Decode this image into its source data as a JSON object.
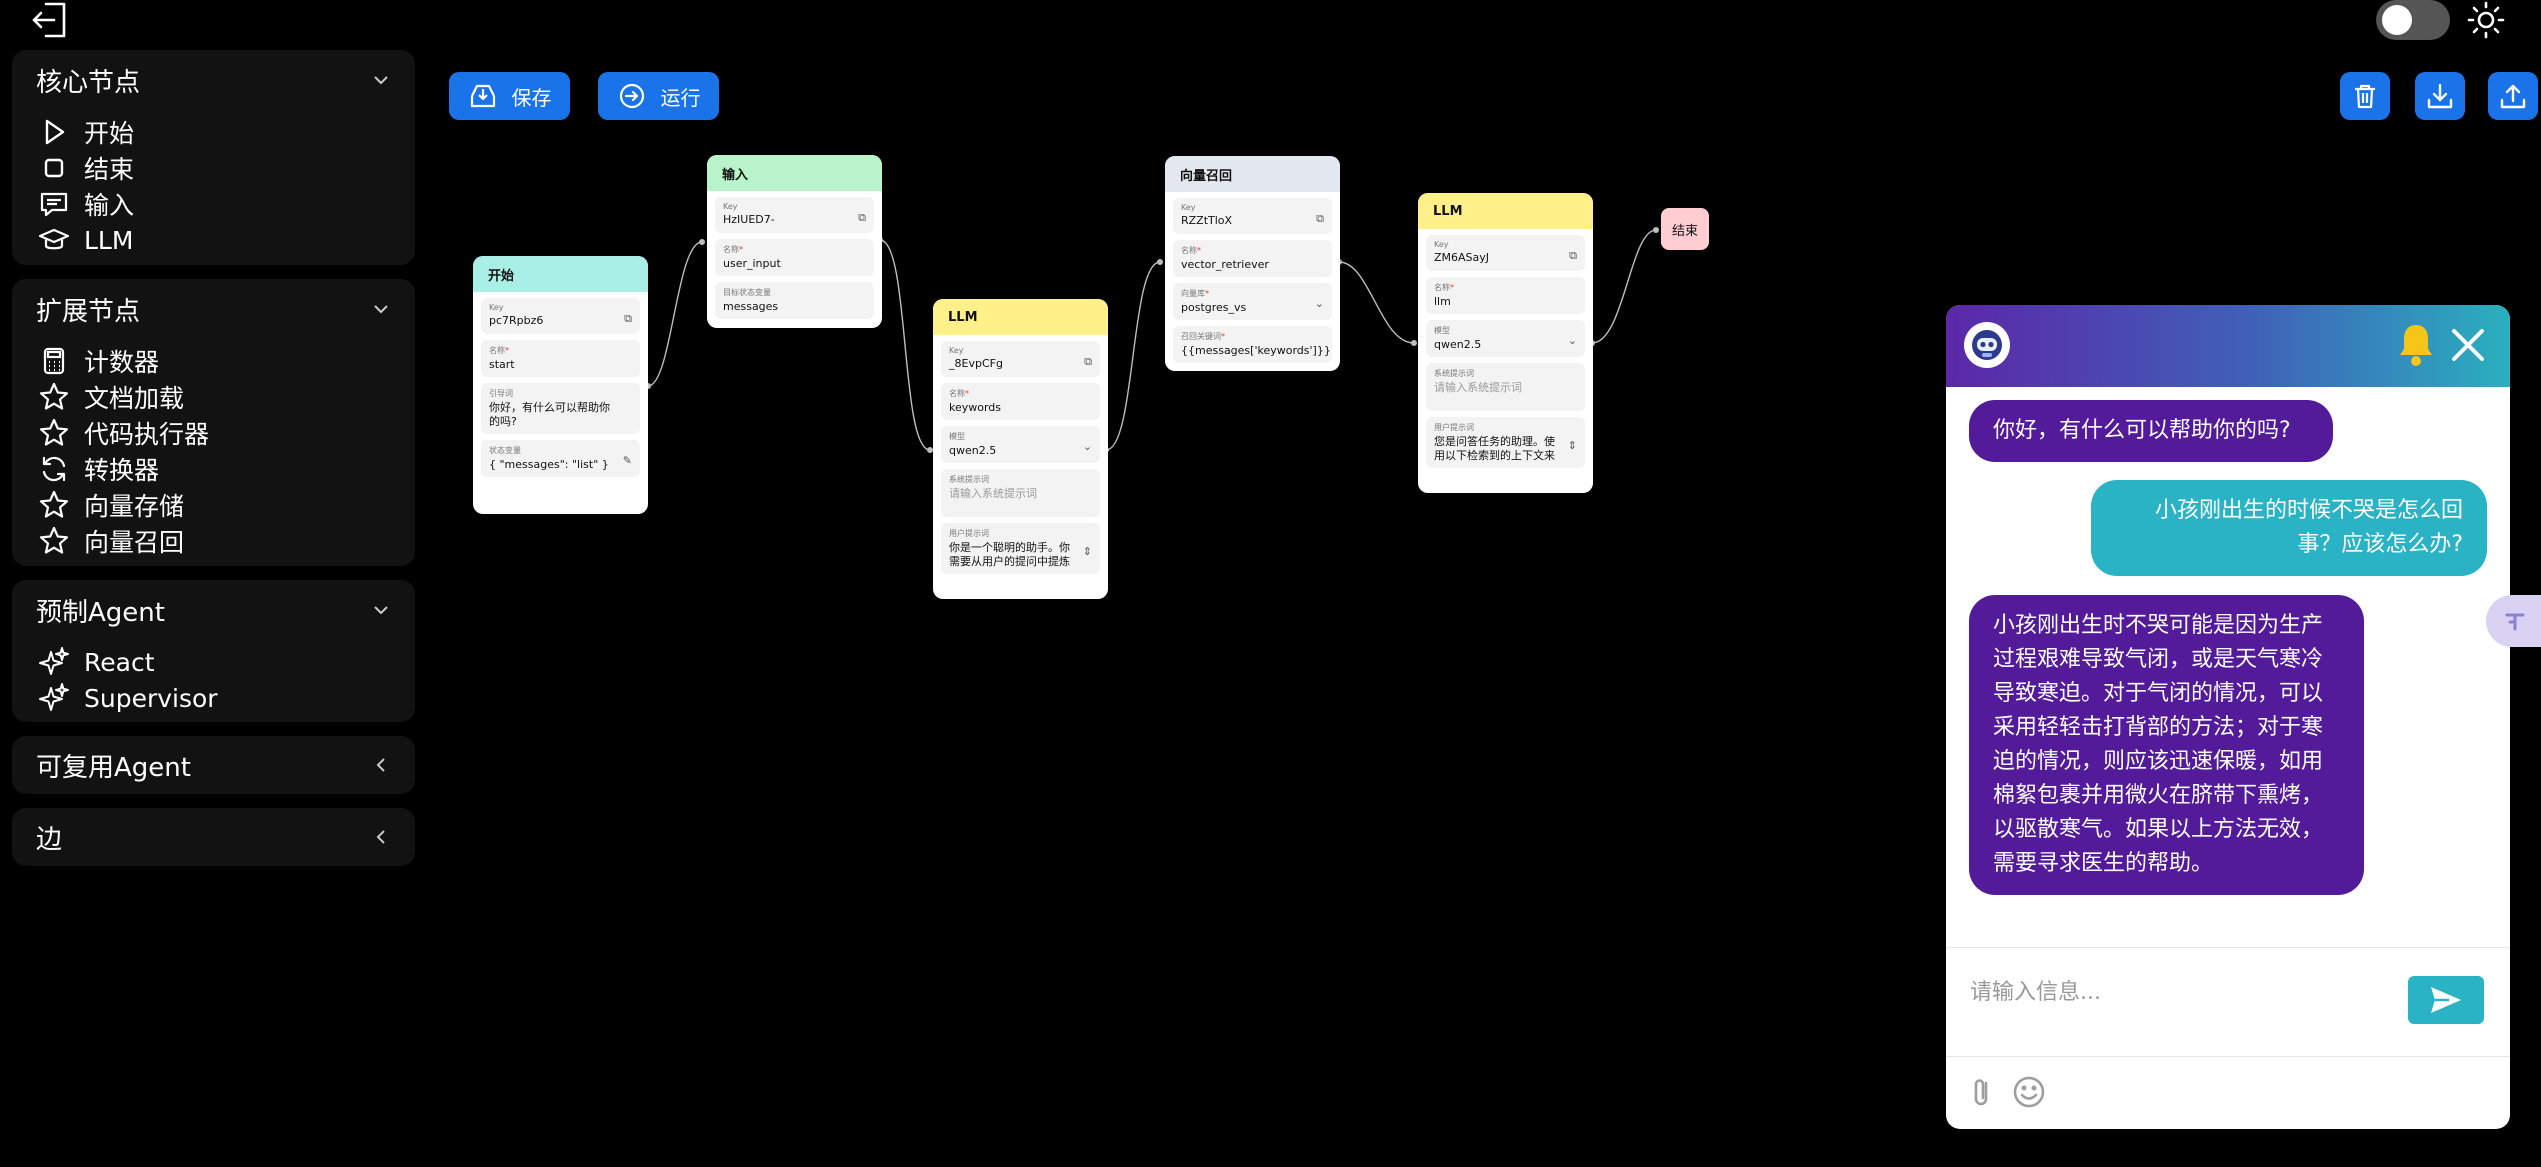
{
  "sidebar": {
    "core": {
      "title": "核心节点",
      "items": [
        "开始",
        "结束",
        "输入",
        "LLM"
      ]
    },
    "extended": {
      "title": "扩展节点",
      "items": [
        "计数器",
        "文档加载",
        "代码执行器",
        "转换器",
        "向量存储",
        "向量召回"
      ]
    },
    "preset": {
      "title": "预制Agent",
      "items": [
        "React",
        "Supervisor"
      ]
    },
    "reusable": {
      "title": "可复用Agent"
    },
    "edges": {
      "title": "边"
    }
  },
  "toolbar": {
    "save_label": "保存",
    "run_label": "运行"
  },
  "nodes": {
    "start": {
      "title": "开始",
      "key_label": "Key",
      "key": "pc7Rpbz6",
      "name_label": "名称",
      "name": "start",
      "guide_label": "引导词",
      "guide": "你好，有什么可以帮助你的吗?",
      "state_label": "状态变量",
      "state": "{ \"messages\": \"list\" }"
    },
    "input": {
      "title": "输入",
      "key_label": "Key",
      "key": "HzIUED7-",
      "name_label": "名称",
      "name": "user_input",
      "target_label": "目标状态变量",
      "target": "messages"
    },
    "llm1": {
      "title": "LLM",
      "key_label": "Key",
      "key": "_8EvpCFg",
      "name_label": "名称",
      "name": "keywords",
      "model_label": "模型",
      "model": "qwen2.5",
      "system_label": "系统提示词",
      "system_placeholder": "请输入系统提示词",
      "user_label": "用户提示词",
      "user": "你是一个聪明的助手。你需要从用户的提问中提炼出关"
    },
    "retriever": {
      "title": "向量召回",
      "key_label": "Key",
      "key": "RZZtTloX",
      "name_label": "名称",
      "name": "vector_retriever",
      "store_label": "向量库",
      "store": "postgres_vs",
      "query_label": "召回关键词",
      "query": "{{messages['keywords']}}"
    },
    "llm2": {
      "title": "LLM",
      "key_label": "Key",
      "key": "ZM6ASayJ",
      "name_label": "名称",
      "name": "llm",
      "model_label": "模型",
      "model": "qwen2.5",
      "system_label": "系统提示词",
      "system_placeholder": "请输入系统提示词",
      "user_label": "用户提示词",
      "user": "您是问答任务的助理。使用以下检索到的上下文来回答"
    },
    "end": {
      "title": "结束"
    }
  },
  "chat": {
    "messages": [
      {
        "role": "bot",
        "text": "你好，有什么可以帮助你的吗?"
      },
      {
        "role": "user",
        "text": "小孩刚出生的时候不哭是怎么回事？应该怎么办?"
      },
      {
        "role": "bot",
        "text": "小孩刚出生时不哭可能是因为生产过程艰难导致气闭，或是天气寒冷导致寒迫。对于气闭的情况，可以采用轻轻击打背部的方法；对于寒迫的情况，则应该迅速保暖，如用棉絮包裹并用微火在脐带下熏烤，以驱散寒气。如果以上方法无效，需要寻求医生的帮助。"
      }
    ],
    "input_placeholder": "请输入信息..."
  },
  "colors": {
    "accent": "#1a73e8",
    "bot_bubble": "#531b9a",
    "user_bubble": "#2ab3c4",
    "start_header": "#a8f0e6",
    "input_header": "#b9f3c9",
    "llm_header": "#fff08a",
    "retriever_header": "#e3e8f0",
    "end_node": "#ffcdd2"
  },
  "icons": [
    "exit-icon",
    "theme-toggle",
    "sun-icon",
    "chevron-down-icon",
    "chevron-left-icon",
    "save-icon",
    "run-icon",
    "trash-icon",
    "download-icon",
    "upload-icon",
    "copy-icon",
    "edit-icon",
    "bot-avatar-icon",
    "bell-icon",
    "close-icon",
    "send-icon",
    "paperclip-icon",
    "smile-icon"
  ]
}
